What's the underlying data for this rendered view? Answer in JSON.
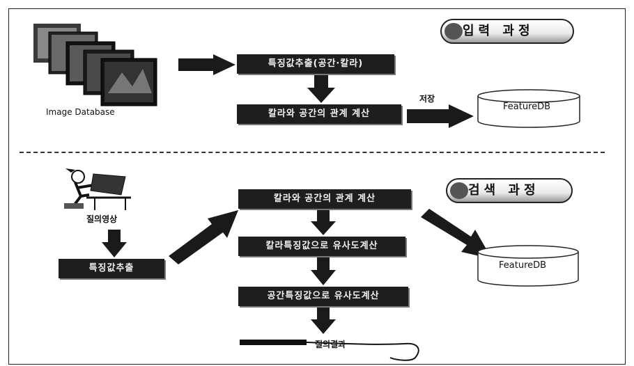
{
  "input_section": {
    "title": "입력 과정",
    "image_db_label": "Image Database",
    "box_extract": "특징값추출(공간·칼라)",
    "box_relation": "칼라와 공간의 관계 계산",
    "store_label": "저장",
    "db_label": "FeatureDB"
  },
  "search_section": {
    "title": "검색 과정",
    "query_label": "질의영상",
    "box_query_extract": "특징값추출",
    "box_relation": "칼라와 공간의 관계 계산",
    "box_color_similarity": "칼라특징값으로 유사도계산",
    "box_space_similarity": "공간특징값으로 유사도계산",
    "result_label": "질의결과",
    "db_label": "FeatureDB"
  },
  "colors": {
    "box_fill": "#1e1e1e",
    "arrow_fill": "#1a1a1a",
    "line": "#222222"
  },
  "icons": [
    "image-stack-icon",
    "person-at-desk-icon",
    "database-cylinder-icon",
    "document-scroll-icon"
  ]
}
